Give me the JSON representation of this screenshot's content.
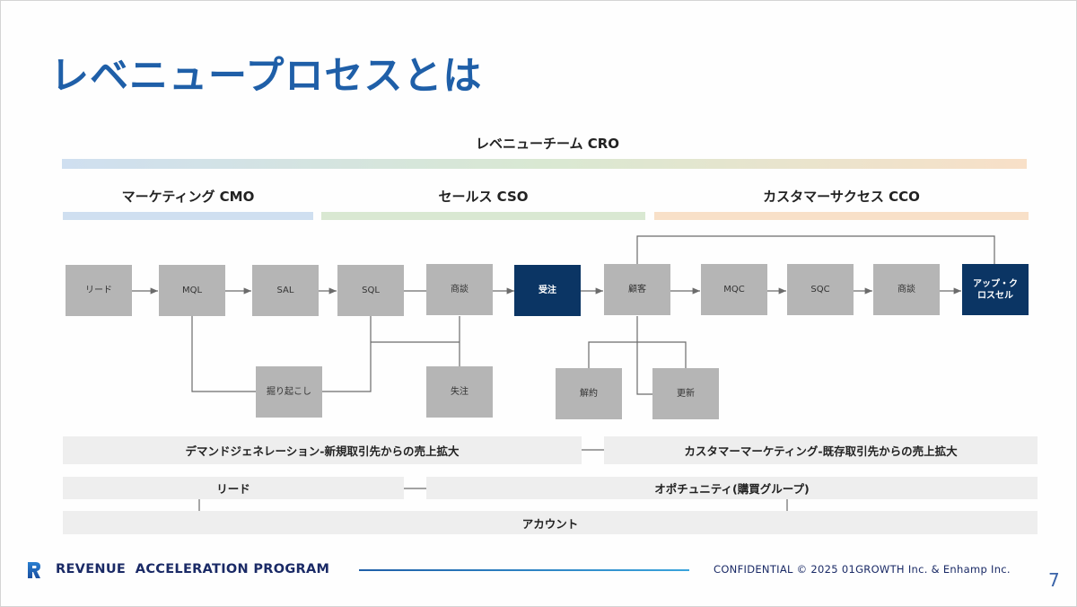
{
  "slide": {
    "title": "レベニュープロセスとは",
    "page_number": "7"
  },
  "teams": {
    "revenue": "レベニューチーム CRO",
    "marketing": "マーケティング CMO",
    "sales": "セールス CSO",
    "customer_success": "カスタマーサクセス CCO"
  },
  "process": {
    "lead": "リード",
    "mql": "MQL",
    "sal": "SAL",
    "sql": "SQL",
    "deal1": "商談",
    "won": "受注",
    "customer": "顧客",
    "mqc": "MQC",
    "sqc": "SQC",
    "deal2": "商談",
    "upsell_line1": "アップ・ク",
    "upsell_line2": "ロスセル",
    "revive": "掘り起こし",
    "lost": "失注",
    "churn": "解約",
    "renew": "更新"
  },
  "bands": {
    "demand_gen": "デマンドジェネレーション-新規取引先からの売上拡大",
    "customer_marketing": "カスタマーマーケティング-既存取引先からの売上拡大",
    "lead": "リード",
    "opportunity": "オポチュニティ(購買グループ)",
    "account": "アカウント"
  },
  "footer": {
    "program": "REVENUE  ACCELERATION PROGRAM",
    "confidential": "CONFIDENTIAL © 2025 01GROWTH Inc. & Enhamp Inc."
  },
  "colors": {
    "title": "#1f5fa8",
    "box_gray": "#b5b5b5",
    "box_dark": "#0b3564",
    "marketing_bar": "#cfdff0",
    "sales_bar": "#d9e8d2",
    "cs_bar": "#f8e0c8"
  }
}
